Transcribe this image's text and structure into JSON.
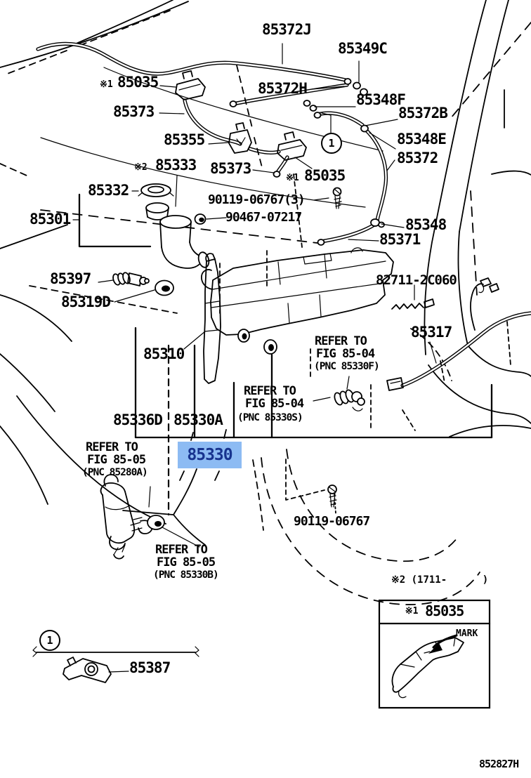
{
  "colors": {
    "highlight_bg": "#8dbbf3",
    "highlight_fg": "#17338e",
    "line": "#000000",
    "paper": "#ffffff"
  },
  "drawing_code": "852827H",
  "circle_marker": "1",
  "labels": {
    "n85372J": "85372J",
    "n85349C": "85349C",
    "n85035_top_prefix": "※1",
    "n85035_top": "85035",
    "n85372H": "85372H",
    "n85348F": "85348F",
    "n85372B": "85372B",
    "n85373_left": "85373",
    "n85355": "85355",
    "n85348E": "85348E",
    "n85372": "85372",
    "n85333_prefix": "※2",
    "n85333": "85333",
    "n85373_right": "85373",
    "n85035_mid_prefix": "※1",
    "n85035_mid": "85035",
    "n85332": "85332",
    "n90119_06767_3": "90119-06767(3)",
    "n90467_07217": "90467-07217",
    "n85301": "85301",
    "n85348": "85348",
    "n85371": "85371",
    "n85397": "85397",
    "n82711_2C060": "82711-2C060",
    "n85319D": "85319D",
    "n85317": "85317",
    "n85310": "85310",
    "n85336D": "85336D",
    "n85330A": "85330A",
    "n85330_highlight": "85330",
    "n90119_06767": "90119-06767",
    "n85387": "85387"
  },
  "refs": {
    "fig8504_f": {
      "l1": "REFER TO",
      "l2": "FIG 85-04",
      "l3": "(PNC 85330F)"
    },
    "fig8504_s": {
      "l1": "REFER TO",
      "l2": "FIG 85-04",
      "l3": "(PNC 85330S)"
    },
    "fig8505_a": {
      "l1": "REFER TO",
      "l2": "FIG 85-05",
      "l3": "(PNC 85280A)"
    },
    "fig8505_b": {
      "l1": "REFER TO",
      "l2": "FIG 85-05",
      "l3": "(PNC 85330B)"
    }
  },
  "notes": {
    "variant": "※2 (1711-      )"
  },
  "inset": {
    "prefix": "※1",
    "number": "85035",
    "mark": "MARK"
  }
}
